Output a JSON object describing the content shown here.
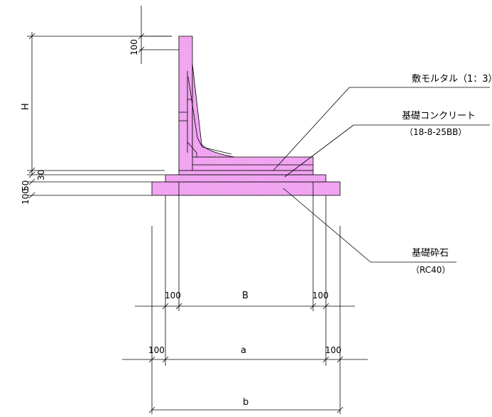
{
  "colors": {
    "concrete_fill": "#f3a6f3",
    "concrete_stipple": "#e060e0",
    "line": "#000000"
  },
  "dimensions": {
    "top_offset": "100",
    "height": "H",
    "mortar_thickness": "30",
    "base_concrete_thickness": "50",
    "crushed_stone_thickness": "100",
    "B_left_margin": "100",
    "B_label": "B",
    "B_right_margin": "100",
    "a_left_margin": "100",
    "a_label": "a",
    "a_right_margin": "100",
    "b_label": "b"
  },
  "callouts": {
    "mortar": {
      "title": "敷モルタル（1：3）"
    },
    "base_concrete": {
      "title": "基礎コンクリート",
      "spec": "（18-8-25BB）"
    },
    "crushed_stone": {
      "title": "基礎砕石",
      "spec": "（RC40）"
    }
  }
}
